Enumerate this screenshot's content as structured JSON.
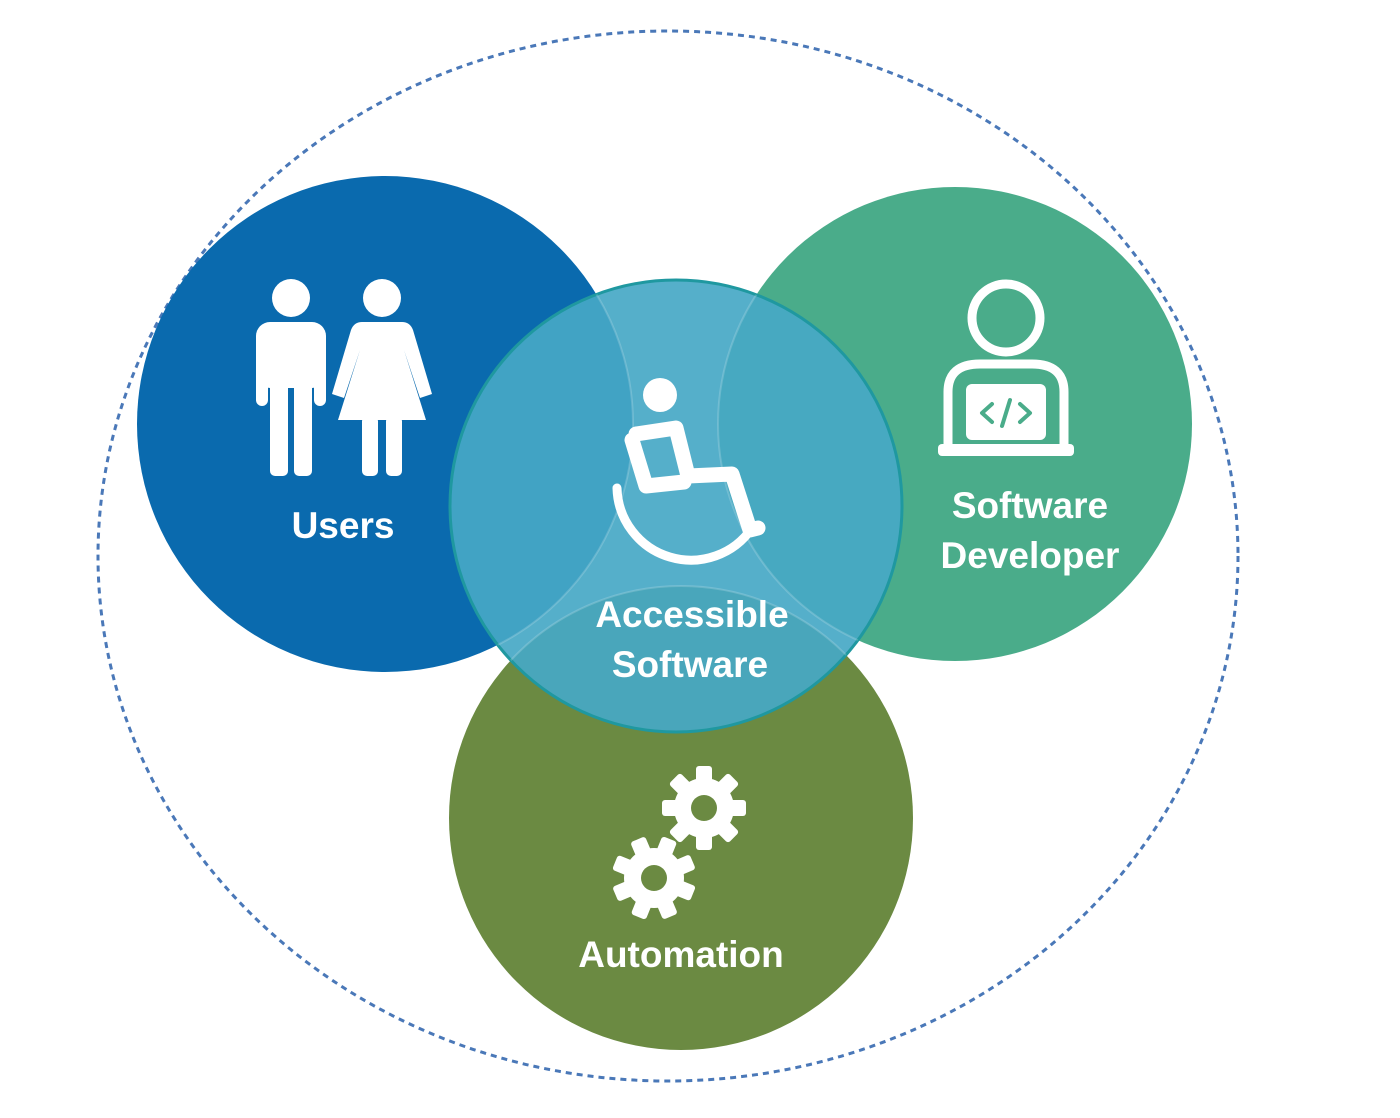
{
  "colors": {
    "background": "#ffffff",
    "outer_ring": "#4a78b8",
    "users": "#0a6aae",
    "developer": "#4aac8a",
    "automation": "#6b8a42",
    "accessible": "#46a8c6",
    "accessible_stroke": "#1f98a0",
    "icon": "#ffffff"
  },
  "circles": {
    "users": {
      "label_lines": [
        "Users"
      ],
      "icon": "man-woman-icon"
    },
    "developer": {
      "label_lines": [
        "Software",
        "Developer"
      ],
      "icon": "developer-laptop-icon"
    },
    "automation": {
      "label_lines": [
        "Automation"
      ],
      "icon": "gears-icon"
    },
    "accessible": {
      "label_lines": [
        "Accessible",
        "Software"
      ],
      "icon": "wheelchair-icon"
    }
  }
}
